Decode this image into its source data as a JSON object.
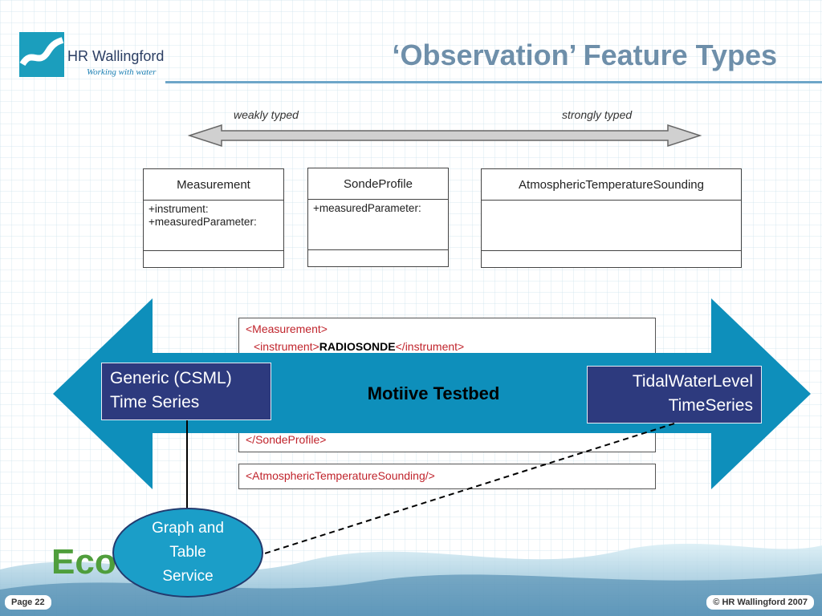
{
  "logo": {
    "name": "HR Wallingford",
    "tagline": "Working with water"
  },
  "title": "‘Observation’ Feature Types",
  "typing_axis": {
    "left_label": "weakly typed",
    "right_label": "strongly typed"
  },
  "uml_classes": [
    {
      "name": "Measurement",
      "attributes": "+instrument:\n+measuredParameter:"
    },
    {
      "name": "SondeProfile",
      "attributes": "+measuredParameter:"
    },
    {
      "name": "AtmosphericTemperatureSounding",
      "attributes": ""
    }
  ],
  "xml": {
    "measurement_open": "<Measurement>",
    "instrument_open": "<instrument>",
    "instrument_value": "RADIOSONDE",
    "instrument_close": "</instrument>",
    "sonde_close": "</SondeProfile>",
    "ats": "<AtmosphericTemperatureSounding/>"
  },
  "testbed": {
    "label": "Motiive Testbed",
    "left_box": "Generic (CSML)\nTime Series",
    "right_box": "TidalWaterLevel\nTimeSeries"
  },
  "service": "Graph and\nTable\nService",
  "ecoo_logo": "Ecoo",
  "footer": {
    "page": "Page 22",
    "copyright": "© HR Wallingford 2007"
  },
  "colors": {
    "arrow_blue": "#0e8fbb",
    "navy": "#2d3a7e",
    "title": "#6e8faa",
    "xml_tag": "#c0242c"
  }
}
